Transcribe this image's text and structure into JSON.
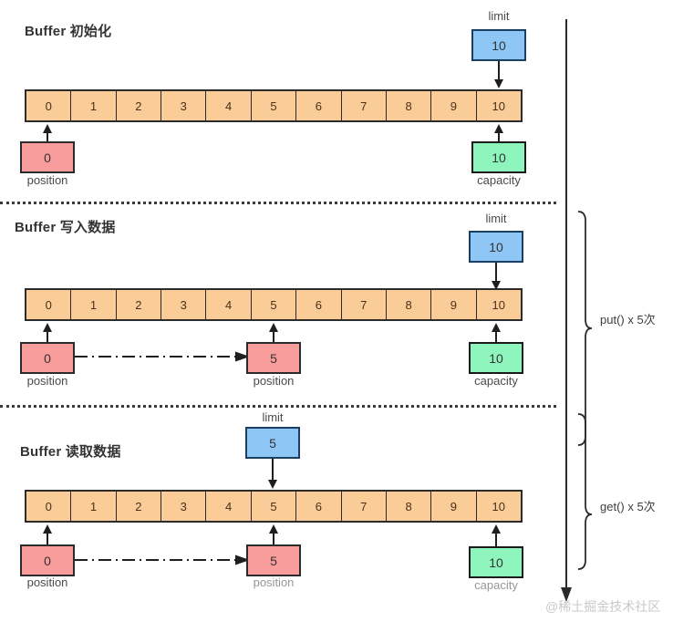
{
  "diagram": {
    "title_prefix": "Buffer",
    "watermark": "@稀土掘金技术社区"
  },
  "sections": [
    {
      "id": "init",
      "title": "Buffer 初始化",
      "buffer": {
        "cells": [
          "0",
          "1",
          "2",
          "3",
          "4",
          "5",
          "6",
          "7",
          "8",
          "9",
          "10"
        ]
      },
      "markers": {
        "limit": {
          "label": "limit",
          "value": "10",
          "cell_index": 10,
          "color": "#8EC6F5"
        },
        "position": {
          "label": "position",
          "value": "0",
          "cell_index": 0,
          "color": "#F99C9C"
        },
        "capacity": {
          "label": "capacity",
          "value": "10",
          "cell_index": 10,
          "color": "#8DF5BC"
        }
      },
      "moved_position": null
    },
    {
      "id": "write",
      "title": "Buffer 写入数据",
      "buffer": {
        "cells": [
          "0",
          "1",
          "2",
          "3",
          "4",
          "5",
          "6",
          "7",
          "8",
          "9",
          "10"
        ]
      },
      "markers": {
        "limit": {
          "label": "limit",
          "value": "10",
          "cell_index": 10,
          "color": "#8EC6F5"
        },
        "position": {
          "label": "position",
          "value": "0",
          "cell_index": 0,
          "color": "#F99C9C"
        },
        "capacity": {
          "label": "capacity",
          "value": "10",
          "cell_index": 10,
          "color": "#8DF5BC"
        }
      },
      "moved_position": {
        "label": "position",
        "value": "5",
        "cell_index": 5,
        "color": "#F99C9C"
      }
    },
    {
      "id": "read",
      "title": "Buffer 读取数据",
      "buffer": {
        "cells": [
          "0",
          "1",
          "2",
          "3",
          "4",
          "5",
          "6",
          "7",
          "8",
          "9",
          "10"
        ]
      },
      "markers": {
        "limit": {
          "label": "limit",
          "value": "5",
          "cell_index": 5,
          "color": "#8EC6F5"
        },
        "position": {
          "label": "position",
          "value": "0",
          "cell_index": 0,
          "color": "#F99C9C"
        },
        "capacity": {
          "label": "capacity",
          "value": "10",
          "cell_index": 10,
          "color": "#8DF5BC"
        }
      },
      "moved_position": {
        "label": "position",
        "value": "5",
        "cell_index": 5,
        "color": "#F99C9C"
      }
    }
  ],
  "rail": {
    "brackets": [
      {
        "id": "put",
        "label": "put() x 5次"
      },
      {
        "id": "get",
        "label": "get() x 5次"
      }
    ]
  }
}
